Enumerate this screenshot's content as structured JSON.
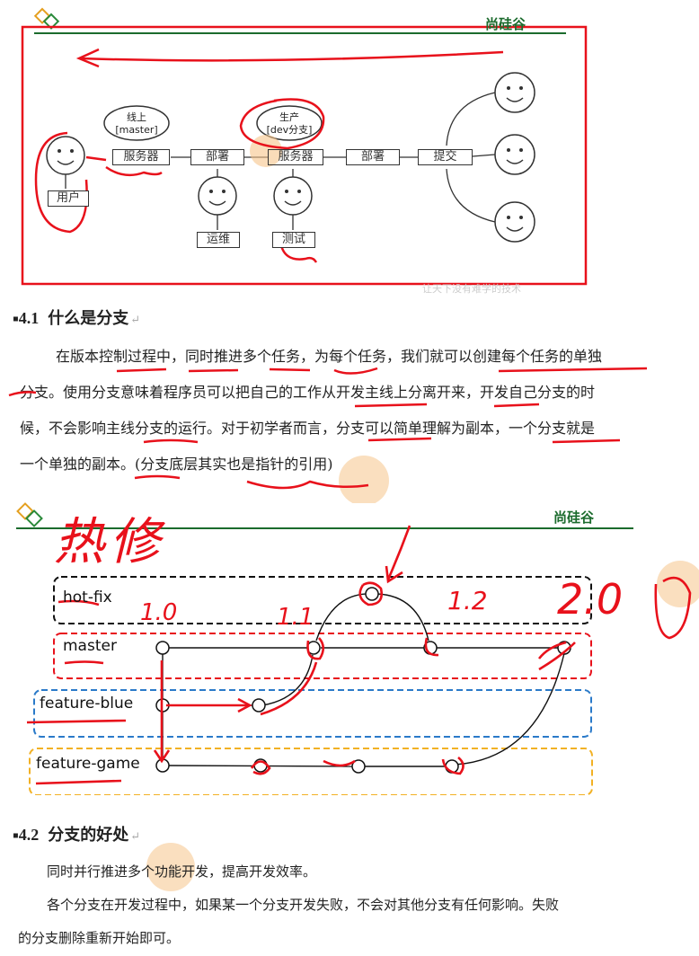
{
  "brand": "尚硅谷",
  "diagram1": {
    "bubble_online": [
      "线上",
      "[master]"
    ],
    "bubble_production": [
      "生产",
      "[dev分支]"
    ],
    "user_box": "用户",
    "server_box_left": "服务器",
    "deploy_box_left": "部署",
    "server_box_mid": "服务器",
    "deploy_box_right": "部署",
    "submit_box": "提交",
    "ops_box": "运维",
    "test_box": "测试"
  },
  "section_41": {
    "number": "4.1",
    "title": "什么是分支",
    "lines": [
      "在版本控制过程中，同时推进多个任务，为每个任务，我们就可以创建每个任务的单独",
      "分支。使用分支意味着程序员可以把自己的工作从开发主线上分离开来，开发自己分支的时",
      "候，不会影响主线分支的运行。对于初学者而言，分支可以简单理解为副本，一个分支就是",
      "一个单独的副本。(分支底层其实也是指针的引用)"
    ]
  },
  "diagram2": {
    "branches": [
      "hot-fix",
      "master",
      "feature-blue",
      "feature-game"
    ],
    "handwritten_title": "热修",
    "versions": [
      "1.0",
      "1.1",
      "1.2",
      "2.0"
    ]
  },
  "section_42": {
    "number": "4.2",
    "title": "分支的好处",
    "lines": [
      "同时并行推进多个功能开发，提高开发效率。",
      "各个分支在开发过程中，如果某一个分支开发失败，不会对其他分支有任何影响。失败",
      "的分支删除重新开始即可。"
    ]
  },
  "colors": {
    "annotation": "#e8111b",
    "green": "#1b6b2d",
    "hotfix_border": "#111111",
    "master_border": "#e8111b",
    "blue_border": "#2a7ac9",
    "game_border": "#f2b124"
  }
}
